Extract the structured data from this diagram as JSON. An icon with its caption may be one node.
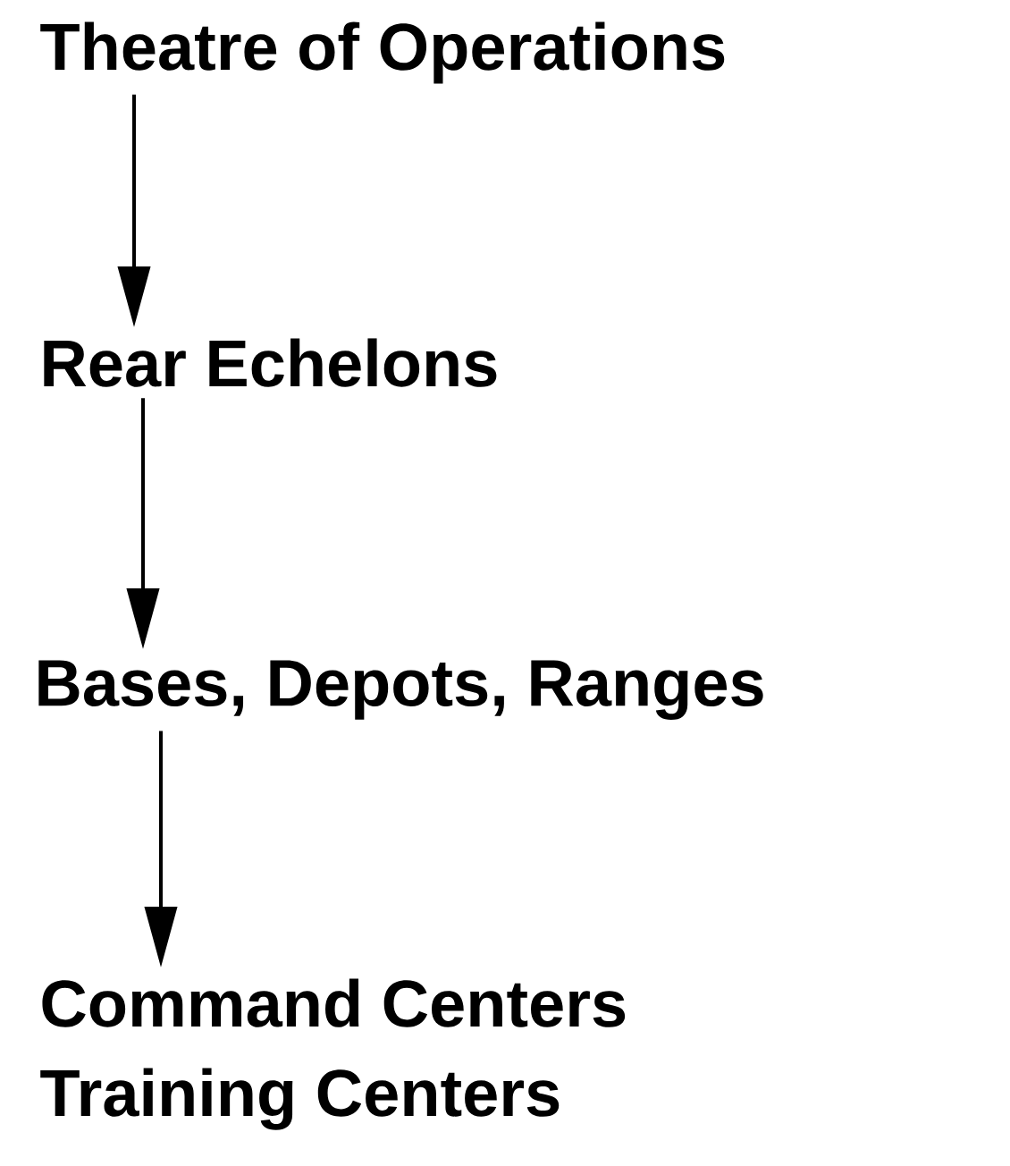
{
  "diagram": {
    "nodes": [
      {
        "text": [
          "Theatre of Operations"
        ]
      },
      {
        "text": [
          "Rear Echelons"
        ]
      },
      {
        "text": [
          "Bases, Depots, Ranges"
        ]
      },
      {
        "text": [
          "Command Centers",
          "Training Centers"
        ]
      }
    ],
    "edges": [
      {
        "from": 0,
        "to": 1,
        "arrow": "to"
      },
      {
        "from": 1,
        "to": 2,
        "arrow": "to"
      },
      {
        "from": 2,
        "to": 3,
        "arrow": "to"
      }
    ]
  }
}
